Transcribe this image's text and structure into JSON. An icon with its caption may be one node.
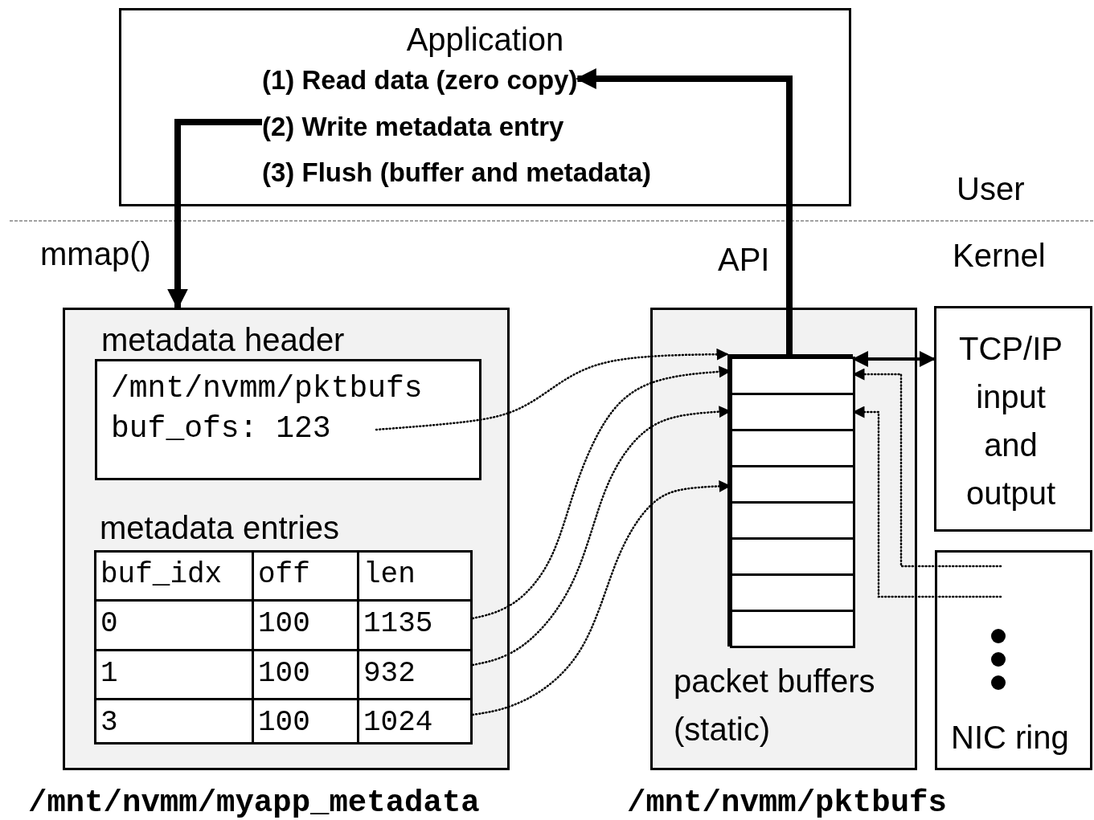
{
  "diagram": {
    "nodes": [
      {
        "text": [
          "Application"
        ]
      },
      {
        "text": [
          "(1) Read data (zero copy)"
        ],
        "in": 0
      },
      {
        "text": [
          "(2) Write metadata entry"
        ],
        "in": 0
      },
      {
        "text": [
          "(3) Flush (buffer and metadata)"
        ],
        "in": 0
      },
      {
        "text": [
          "metadata header",
          "metadata entries"
        ],
        "beside": [
          "/mnt/nvmm/myapp_metadata"
        ]
      },
      {
        "text": [
          "/mnt/nvmm/pktbufs",
          "buf_ofs: 123"
        ],
        "in": 4
      },
      {
        "text": [
          "buf_idx",
          "off",
          "len"
        ],
        "in": 4
      },
      {
        "text": [
          "0",
          "100",
          "1135"
        ],
        "in": 4
      },
      {
        "text": [
          "1",
          "100",
          "932"
        ],
        "in": 4
      },
      {
        "text": [
          "3",
          "100",
          "1024"
        ],
        "in": 4
      },
      {
        "text": [
          "packet buffers (static)"
        ],
        "beside": [
          "/mnt/nvmm/pktbufs"
        ]
      },
      {
        "text": [],
        "shape": "box",
        "in": 10
      },
      {
        "text": [],
        "shape": "box",
        "in": 11
      },
      {
        "text": [],
        "shape": "box",
        "in": 11
      },
      {
        "text": [],
        "shape": "box",
        "in": 11
      },
      {
        "text": [],
        "shape": "box",
        "in": 11
      },
      {
        "text": [],
        "shape": "box",
        "in": 11
      },
      {
        "text": [],
        "shape": "box",
        "in": 11
      },
      {
        "text": [],
        "shape": "box",
        "in": 11
      },
      {
        "text": [],
        "shape": "box",
        "in": 11
      },
      {
        "text": [
          "TCP/IP input and output"
        ]
      },
      {
        "text": [
          "NIC ring"
        ]
      }
    ],
    "edges": [
      {
        "from": 2,
        "to": 4,
        "arrow": "to",
        "style": "thick"
      },
      {
        "from": 12,
        "to": 1,
        "arrow": "to",
        "style": "thick"
      },
      {
        "from": 5,
        "to": 11,
        "arrow": "to",
        "style": "dashed"
      },
      {
        "from": 7,
        "to": 12,
        "arrow": "to",
        "style": "dashed"
      },
      {
        "from": 8,
        "to": 13,
        "arrow": "to",
        "style": "dashed"
      },
      {
        "from": 9,
        "to": 15,
        "arrow": "to",
        "style": "dashed"
      },
      {
        "from": 12,
        "to": 20,
        "arrow": "both"
      },
      {
        "from": 21,
        "to": 12,
        "arrow": "to",
        "style": "dashed"
      },
      {
        "from": 21,
        "to": 13,
        "arrow": "to",
        "style": "dashed"
      }
    ],
    "labels": [
      "User",
      "mmap()",
      "API",
      "Kernel"
    ]
  }
}
